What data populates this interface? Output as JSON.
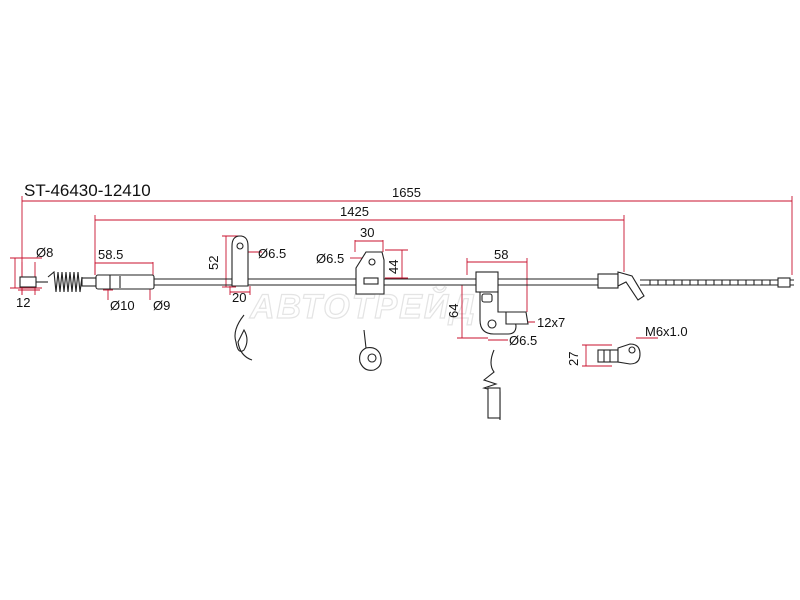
{
  "part_number": "ST-46430-12410",
  "watermark": "АВТОТРЕЙД",
  "dimensions": {
    "overall_length": "1655",
    "cable_length": "1425",
    "end_diameter": "Ø8",
    "end_offset": "12",
    "sleeve_length": "58.5",
    "sleeve_diameter": "Ø10",
    "inner_diameter": "Ø9",
    "bracket1_height": "52",
    "bracket1_hole": "Ø6.5",
    "bracket1_width": "20",
    "bracket2_width": "30",
    "bracket2_hole": "Ø6.5",
    "bracket2_height": "44",
    "bracket3_width": "58",
    "bracket3_height": "64",
    "bracket3_slot": "12x7",
    "bracket3_hole": "Ø6.5",
    "thread": "M6x1.0",
    "end_fitting_height": "27"
  }
}
